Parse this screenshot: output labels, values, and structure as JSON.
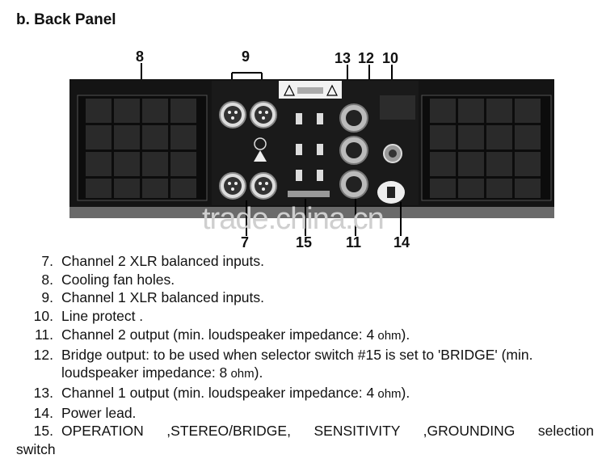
{
  "heading": "b.  Back Panel",
  "callouts": {
    "c8": "8",
    "c9": "9",
    "c13": "13",
    "c12": "12",
    "c10": "10",
    "c7": "7",
    "c15": "15",
    "c11": "11",
    "c14": "14"
  },
  "watermark": "trade.china.cn",
  "items": [
    {
      "num": "7.",
      "text": "Channel 2   XLR balanced inputs."
    },
    {
      "num": "8.",
      "text": "Cooling fan holes."
    },
    {
      "num": "9.",
      "text": "Channel 1   XLR balanced inputs."
    },
    {
      "num": "10.",
      "text": "Line protect ."
    },
    {
      "num": "11.",
      "text": "Channel 2   output (min. loudspeaker impedance: 4",
      "unit": " ohm",
      "tail": ")."
    },
    {
      "num": "12.",
      "text": "Bridge output: to be used when selector switch #15 is set to 'BRIDGE' (min.",
      "cont": "loudspeaker impedance: 8",
      "unit": " ohm",
      "tail": ")."
    },
    {
      "num": "13.",
      "text": "Channel 1 output (min. loudspeaker impedance: 4",
      "unit": " ohm",
      "tail": ")."
    },
    {
      "num": "14.",
      "text": "Power lead."
    },
    {
      "num": "15.",
      "text": "OPERATION ,STEREO/BRIDGE,  SENSITIVITY  ,GROUNDING  selection",
      "cont2": "switch"
    }
  ],
  "colors": {
    "panel": "#141414",
    "grille_cell": "#2a2a2a",
    "label_panel": "#f2f2f2"
  }
}
